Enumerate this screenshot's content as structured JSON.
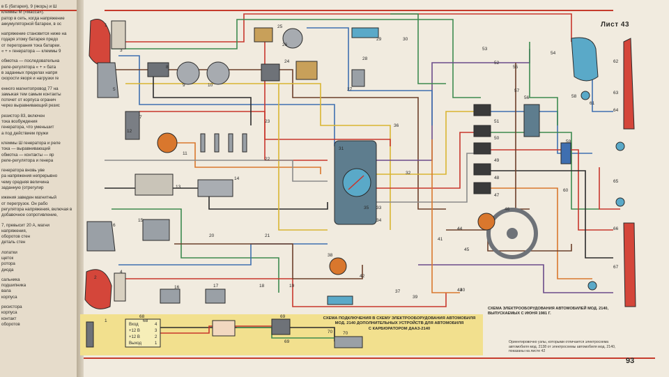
{
  "page": {
    "sheet_label": "Лист 43",
    "page_number": "93"
  },
  "left_page": {
    "paragraphs": [
      "в Б (батарея), 9 (якорь) и Ш",
      "клеммы М («масса»).",
      "ратор в сеть, когда напряжение",
      "аккумуляторной батареи, в ос",
      "напряжение становится ниже на",
      "годаря этому батарея предо",
      "от перегорания тока батареи.",
      "« + » генератора — клеммы 9",
      "обмотка — последовательна",
      "реле-регулятора « + » бата",
      "в заданных пределах напря",
      "скорости якоря и нагрузки ге",
      "енного магнитопровод 77 на",
      "замыкая тем самым контакты",
      "потечет от корпуса огранич",
      "через выравнивающий резис",
      "резистор 83, включен",
      "тока возбуждения",
      "генератора, что уменьшит",
      "а под действием пружи",
      "клеммы Ш генератора и реле",
      "тока — выравнивающий",
      "обмотка — контакты — яр",
      "реле-регулятора и генера",
      "генератора вновь уве",
      "ра напряжения непрерывно",
      "чему средняя величина",
      "заданную (отрегулир",
      "ижения заведен магнитный",
      "от перегрузок. Он рабо",
      "регулятора напряжения, включая в",
      "добавочное сопротивление,",
      "7, превысит 20 А, магни",
      "напряжения,",
      "оборотов стен",
      "деталь стен",
      "лопатки",
      "щеток",
      "ротора",
      "диода",
      "сальника",
      "подшипника",
      "вала",
      "корпуса",
      "ресистора",
      "корпуса",
      "контакт",
      "оборотов"
    ]
  },
  "diagram": {
    "title": "Схема электрооборудования автомобилей мод. 2140,",
    "title_line2": "выпускаемых с июня 1981 г.",
    "component_numbers": [
      "1",
      "2",
      "3",
      "4",
      "5",
      "6",
      "7",
      "8",
      "9",
      "10",
      "11",
      "12",
      "13",
      "14",
      "15",
      "16",
      "17",
      "18",
      "19",
      "20",
      "21",
      "22",
      "23",
      "24",
      "25",
      "26",
      "27",
      "28",
      "29",
      "30",
      "31",
      "32",
      "33",
      "34",
      "35",
      "36",
      "37",
      "38",
      "39",
      "40",
      "41",
      "42",
      "43",
      "44",
      "45",
      "46",
      "47",
      "48",
      "49",
      "50",
      "51",
      "52",
      "53",
      "54",
      "55",
      "56",
      "57",
      "58",
      "59",
      "60",
      "61",
      "62",
      "63",
      "64",
      "65",
      "66",
      "67",
      "68",
      "69",
      "70"
    ],
    "wire_colors": {
      "red": "#c8362c",
      "green": "#3d8a4f",
      "blue": "#3f6fb0",
      "brown": "#6b3f2a",
      "yellow": "#d9b531",
      "orange": "#d9772d",
      "black": "#2a2a2a",
      "grey": "#8a8a8a",
      "violet": "#6a4b8a"
    },
    "accent_colors": {
      "page_rule": "#c63b2c",
      "inset_background": "#f2e08e",
      "lamp_blue": "#5aa9c8",
      "lamp_red": "#d4463a"
    }
  },
  "inset": {
    "caption_line1": "Схема подключения в схему электрооборудования автомобиля",
    "caption_line2": "мод. 2140 дополнительных устройств для автомобиля",
    "caption_line3": "с карбюратором ДААЗ-2140",
    "block_labels": [
      "Вход",
      "+12 В",
      "+12 В",
      "Выход"
    ],
    "block_pins": [
      "4",
      "3",
      "2",
      "1"
    ],
    "numbers": [
      "68",
      "69",
      "70",
      "1"
    ]
  },
  "footnote": {
    "line1": "Ориентировочно узлы, которыми отличается электросхема",
    "line2": "автомобиля мод. 2138 от электросхемы автомобиля мод. 2140,",
    "line3": "показаны на листе 42"
  }
}
